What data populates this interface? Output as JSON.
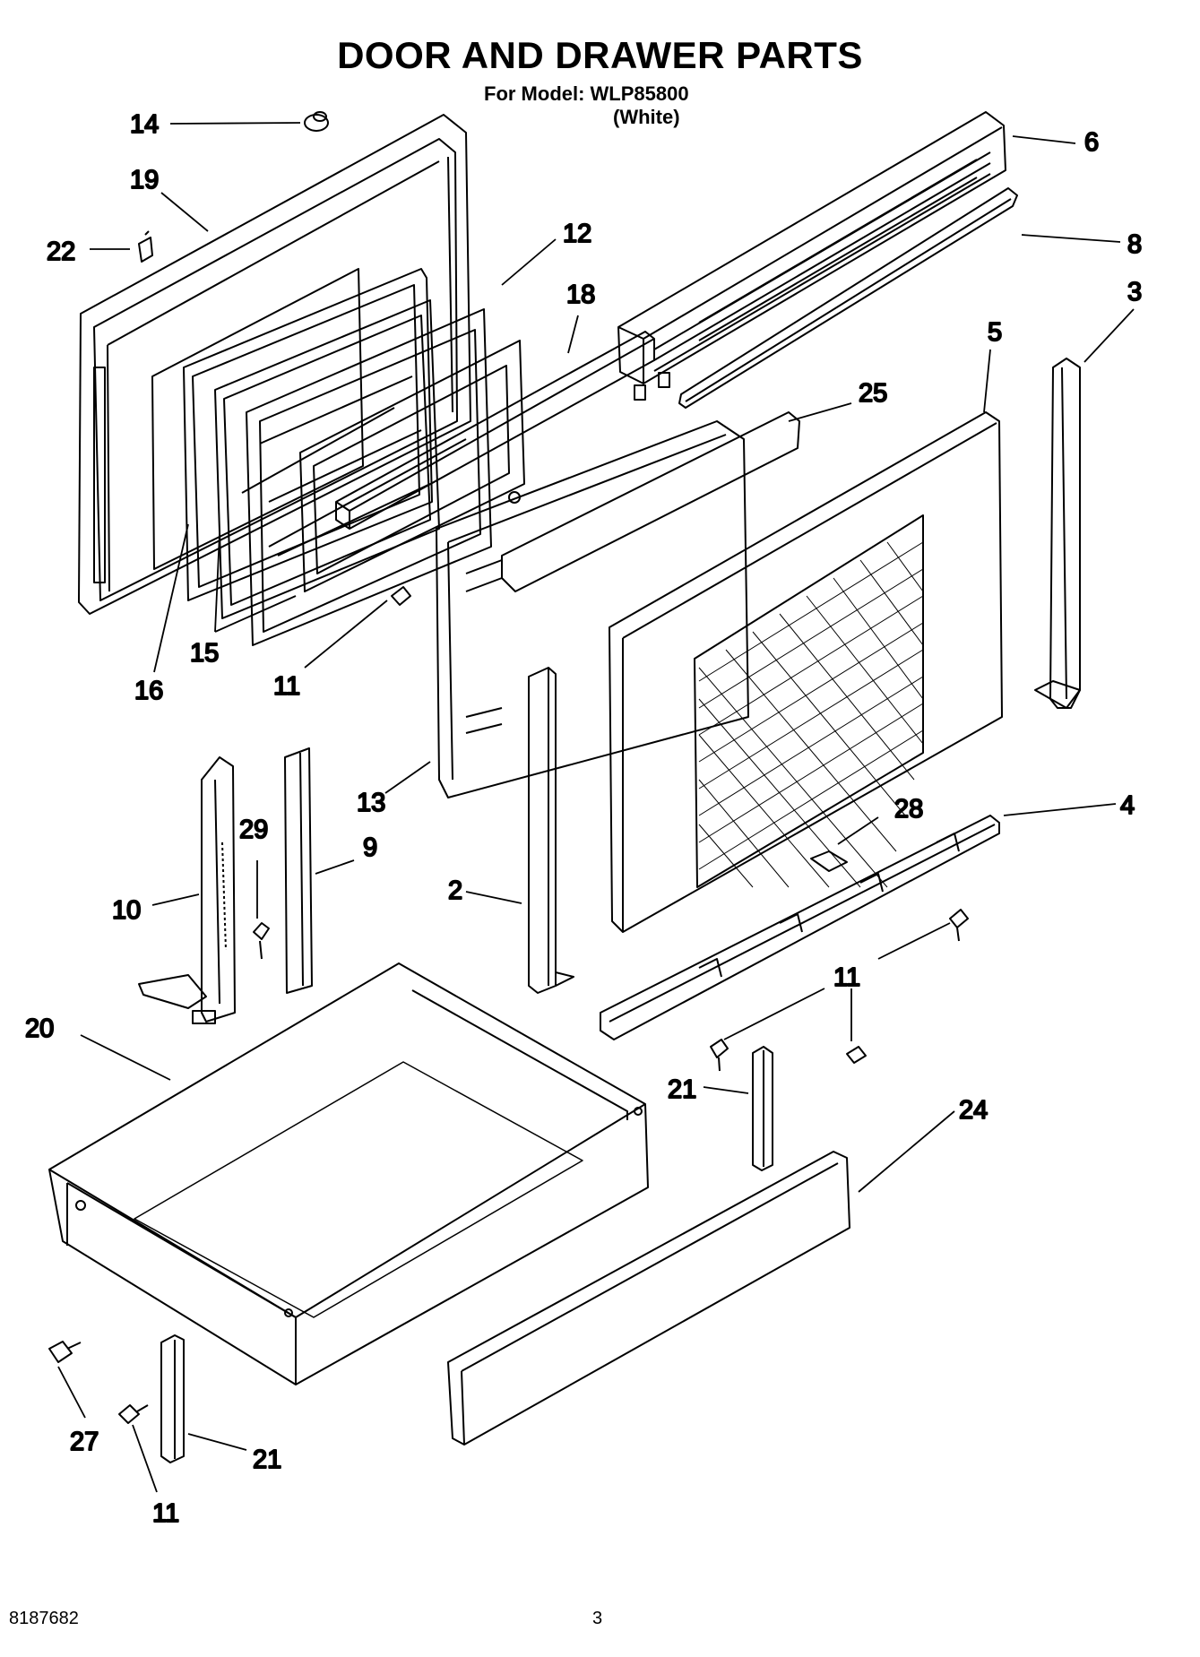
{
  "title": "DOOR AND DRAWER PARTS",
  "model_line": "For Model: WLP85800",
  "color_line": "(White)",
  "doc_number": "8187682",
  "page_number": "3",
  "callouts": [
    "14",
    "19",
    "22",
    "12",
    "18",
    "6",
    "8",
    "3",
    "5",
    "25",
    "16",
    "15",
    "11",
    "13",
    "29",
    "10",
    "9",
    "2",
    "28",
    "4",
    "20",
    "11",
    "21",
    "24",
    "27",
    "21",
    "11"
  ]
}
